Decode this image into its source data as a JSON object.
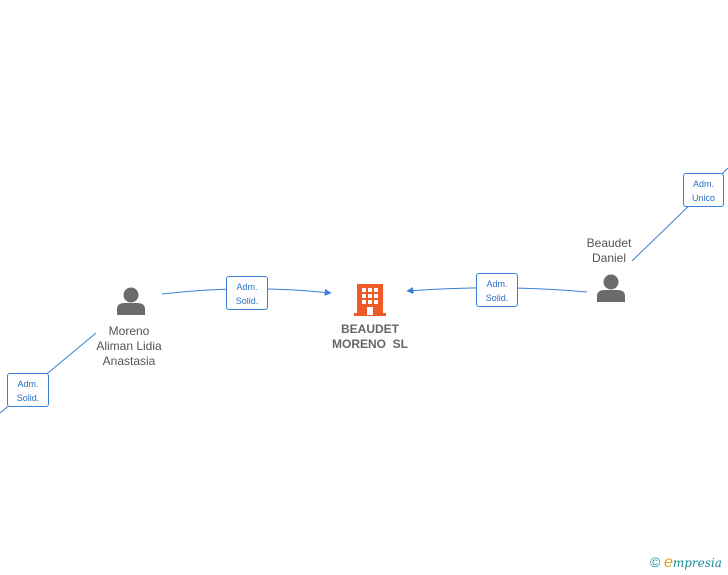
{
  "company": {
    "name_line1": "BEAUDET",
    "name_line2": "MORENO  SL",
    "icon": "building-icon",
    "color": "#f05a28"
  },
  "persons": [
    {
      "id": "moreno",
      "lines": [
        "Moreno",
        "Aliman Lidia",
        "Anastasia"
      ],
      "icon": "person-icon"
    },
    {
      "id": "beaudet",
      "lines": [
        "Beaudet",
        "Daniel"
      ],
      "icon": "person-icon"
    }
  ],
  "edges": [
    {
      "id": "moreno-company",
      "lines": [
        "Adm.",
        "Solid."
      ]
    },
    {
      "id": "beaudet-company",
      "lines": [
        "Adm.",
        "Solid."
      ]
    },
    {
      "id": "beaudet-offscreen",
      "lines": [
        "Adm.",
        "Unico"
      ]
    },
    {
      "id": "moreno-offscreen",
      "lines": [
        "Adm.",
        "Solid."
      ]
    }
  ],
  "colors": {
    "edge": "#3a7fd5",
    "person": "#6b6b6b"
  },
  "footer": {
    "copyright": "©",
    "brand_initial": "e",
    "brand_rest": "mpresia"
  }
}
